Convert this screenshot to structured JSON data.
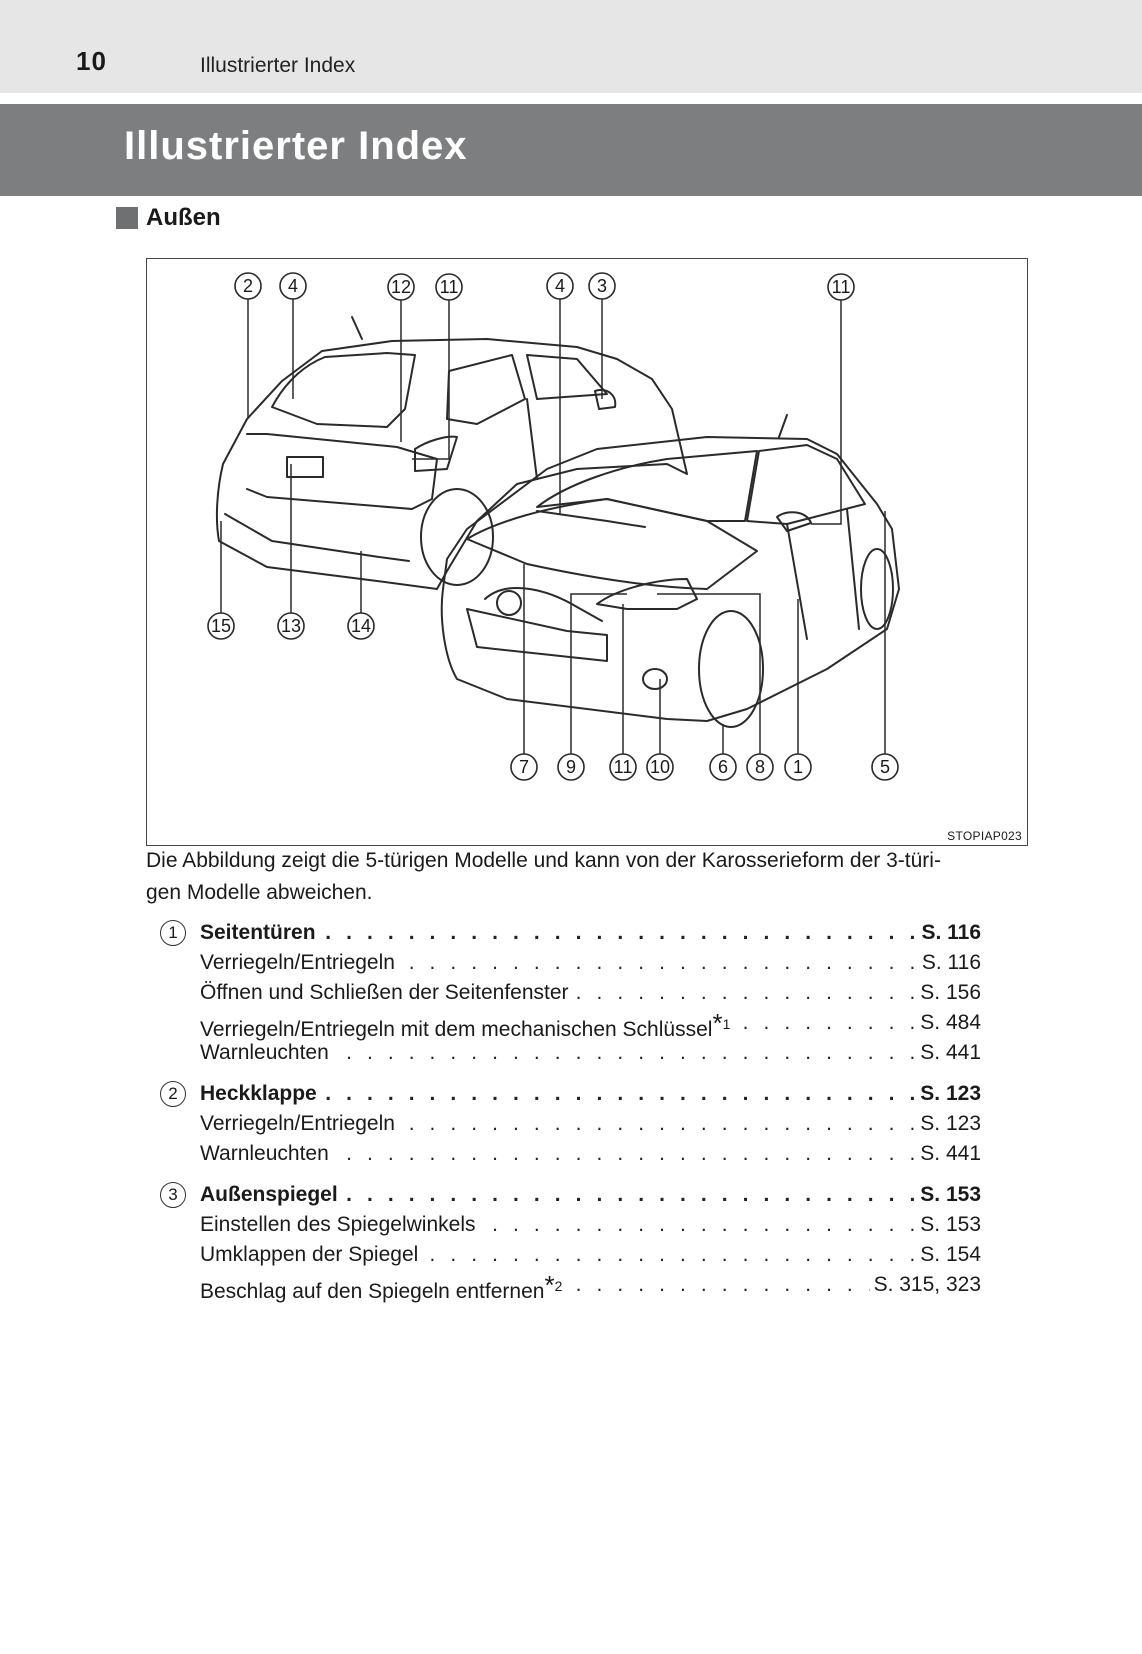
{
  "header": {
    "page_number": "10",
    "running_title": "Illustrierter Index"
  },
  "title": "Illustrierter Index",
  "section": "Außen",
  "figure": {
    "code": "STOPIAP023",
    "callouts": [
      "2",
      "4",
      "12",
      "11",
      "4",
      "3",
      "11",
      "15",
      "13",
      "14",
      "7",
      "9",
      "11",
      "10",
      "6",
      "8",
      "1",
      "5"
    ]
  },
  "caption": {
    "line1": "Die Abbildung zeigt die 5-türigen Modelle und kann von der Karosserieform der 3-türi-",
    "line2": "gen Modelle abweichen."
  },
  "entries": [
    {
      "number": "1",
      "title": "Seitentüren",
      "page": "S. 116",
      "items": [
        {
          "label": "Verriegeln/Entriegeln",
          "note": "",
          "page": "S. 116"
        },
        {
          "label": "Öffnen und Schließen der Seitenfenster",
          "note": "",
          "page": "S. 156"
        },
        {
          "label": "Verriegeln/Entriegeln mit dem mechanischen Schlüssel",
          "note": "1",
          "page": "S. 484"
        },
        {
          "label": "Warnleuchten",
          "note": "",
          "page": "S. 441"
        }
      ]
    },
    {
      "number": "2",
      "title": "Heckklappe",
      "page": "S. 123",
      "items": [
        {
          "label": "Verriegeln/Entriegeln",
          "note": "",
          "page": "S. 123"
        },
        {
          "label": "Warnleuchten",
          "note": "",
          "page": "S. 441"
        }
      ]
    },
    {
      "number": "3",
      "title": "Außenspiegel",
      "page": "S. 153",
      "items": [
        {
          "label": "Einstellen des Spiegelwinkels",
          "note": "",
          "page": "S. 153"
        },
        {
          "label": "Umklappen der Spiegel",
          "note": "",
          "page": "S. 154"
        },
        {
          "label": "Beschlag auf den Spiegeln entfernen",
          "note": "2",
          "page": "S. 315, 323"
        }
      ]
    }
  ]
}
